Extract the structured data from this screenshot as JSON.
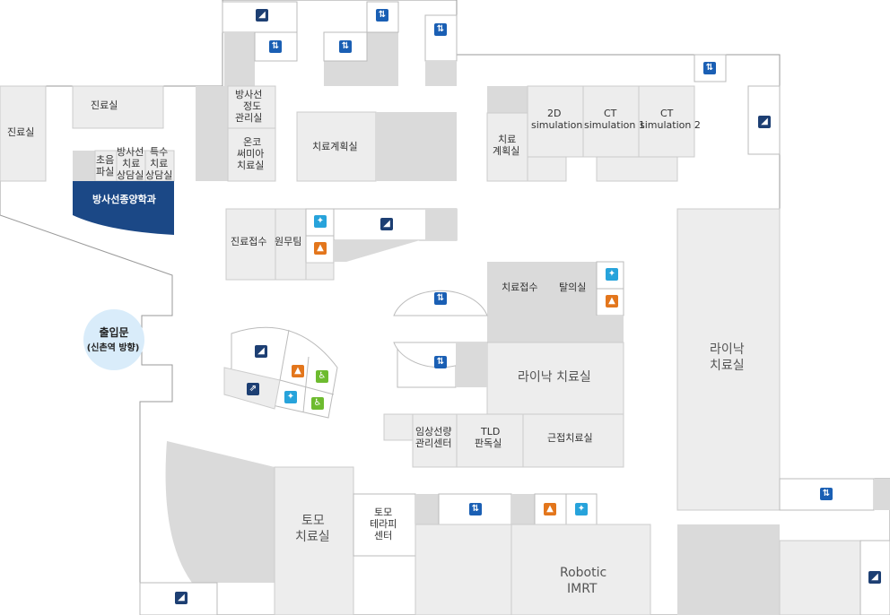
{
  "colors": {
    "room_fill": "#ededed",
    "room_dark": "#dadada",
    "wall": "#9a9a9a",
    "highlight_dept": "#1b4886",
    "entrance_bubble": "#d9ecfa",
    "stairs": "#1d3f73",
    "elevator": "#1a5fb4",
    "restroom_women": "#e3761c",
    "restroom_men": "#27a3db",
    "restroom_disabled": "#6dbb2f"
  },
  "rooms": {
    "exam_left": "진료실",
    "exam_top": "진료실",
    "ultrasound_1": "초음",
    "ultrasound_2": "파실",
    "rad_consult_1": "방사선",
    "rad_consult_2": "치료",
    "rad_consult_3": "상담실",
    "special_consult_1": "특수",
    "special_consult_2": "치료",
    "special_consult_3": "상담실",
    "department": "방사선종양학과",
    "qa_room_1": "방사선",
    "qa_room_2": "정도",
    "qa_room_3": "관리실",
    "hyperthermia_1": "온코",
    "hyperthermia_2": "써미아",
    "hyperthermia_3": "치료실",
    "planning_top": "치료계획실",
    "planning_right_1": "치료",
    "planning_right_2": "계획실",
    "sim2d_1": "2D",
    "sim2d_2": "simulation",
    "ctsim1_1": "CT",
    "ctsim1_2": "simulation 1",
    "ctsim2_1": "CT",
    "ctsim2_2": "simulation 2",
    "reception_main": "진료접수",
    "admin_team": "원무팀",
    "treatment_reception": "치료접수",
    "changing_room": "탈의실",
    "linac_center": "라이낙 치료실",
    "linac_right_1": "라이낙",
    "linac_right_2": "치료실",
    "clinical_linac_1": "임상선량",
    "clinical_linac_2": "관리센터",
    "tld_1": "TLD",
    "tld_2": "판독실",
    "brachy": "근접치료실",
    "tomo_1": "토모",
    "tomo_2": "치료실",
    "tomo_center_1": "토모",
    "tomo_center_2": "테라피",
    "tomo_center_3": "센터",
    "robotic_1": "Robotic",
    "robotic_2": "IMRT"
  },
  "entrance": {
    "label": "출입문",
    "sublabel": "(신촌역 방향)"
  },
  "icons": {
    "stairs": "stairs-icon",
    "elevator": "elevator-icon",
    "restroom_women": "restroom-women-icon",
    "restroom_men": "restroom-men-icon",
    "restroom_disabled": "restroom-accessible-icon",
    "escalator": "escalator-icon"
  }
}
